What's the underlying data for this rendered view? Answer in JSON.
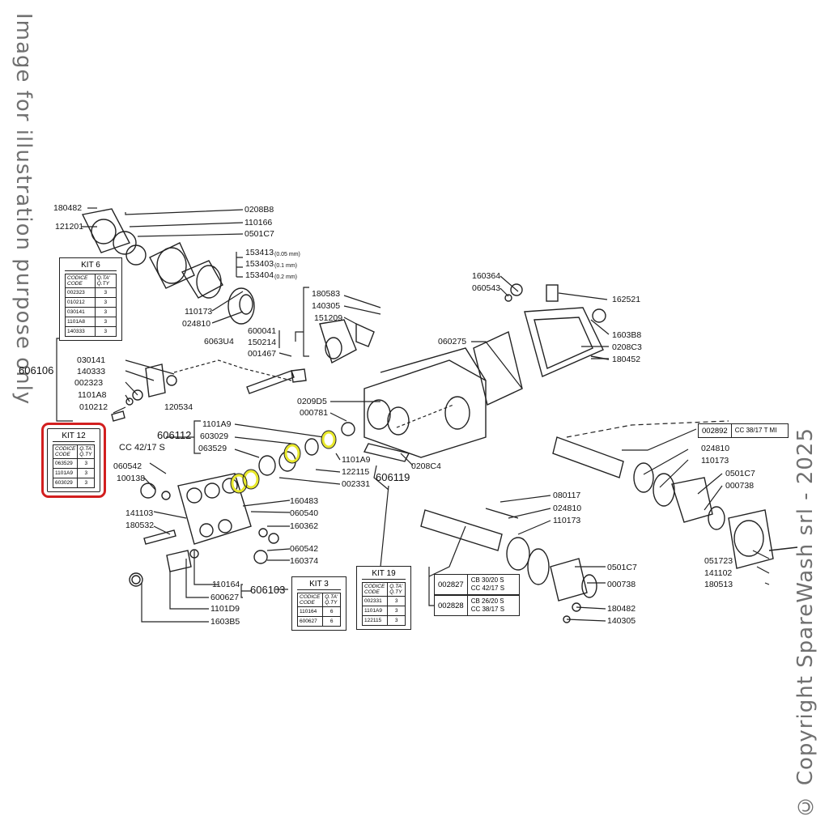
{
  "watermarks": {
    "left": "Image for illustration purpose only",
    "right": "© Copyright SpareWash srl - 2025"
  },
  "colors": {
    "highlight_frame": "#d21f1f",
    "seal_yellow": "#e8e82a",
    "line": "#222222"
  },
  "parts": {
    "p180482a": "180482",
    "p121201": "121201",
    "p0208B8": "0208B8",
    "p110166": "110166",
    "p0501C7a": "0501C7",
    "p153413": "153413",
    "p153403": "153403",
    "p153404": "153404",
    "p110173a": "110173",
    "p024810a": "024810",
    "p180583": "180583",
    "p140305a": "140305",
    "p151209": "151209",
    "p600041": "600041",
    "p6063U4": "6063U4",
    "p150214": "150214",
    "p001467": "001467",
    "p160364": "160364",
    "p060543": "060543",
    "p162521": "162521",
    "p1603B8": "1603B8",
    "p0208C3": "0208C3",
    "p180452": "180452",
    "p060275": "060275",
    "p606106": "606106",
    "p030141": "030141",
    "p140333": "140333",
    "p002323": "002323",
    "p1101A8": "1101A8",
    "p010212": "010212",
    "p120534": "120534",
    "p0209D5": "0209D5",
    "p000781": "000781",
    "p606112": "606112",
    "p1101A9a": "1101A9",
    "p603029": "603029",
    "p063529": "063529",
    "p1101A9b": "1101A9",
    "p122115": "122115",
    "p002331": "002331",
    "p0208C4": "0208C4",
    "p606119": "606119",
    "p060542a": "060542",
    "p100138": "100138",
    "p141103": "141103",
    "p180532": "180532",
    "p160483": "160483",
    "p060540": "060540",
    "p160362": "160362",
    "p060542b": "060542",
    "p160374": "160374",
    "p110164": "110164",
    "p600627": "600627",
    "p606103": "606103",
    "p1101D9": "1101D9",
    "p1603B5": "1603B5",
    "p024810b": "024810",
    "p110173b": "110173",
    "p0501C7b": "0501C7",
    "p000738a": "000738",
    "p080117": "080117",
    "p024810c": "024810",
    "p110173c": "110173",
    "p0501C7c": "0501C7",
    "p000738b": "000738",
    "p180482b": "180482",
    "p140305b": "140305",
    "p051723": "051723",
    "p141102": "141102",
    "p180513": "180513"
  },
  "units": {
    "u153413": "(0.05 mm)",
    "u153403": "(0.1 mm)",
    "u153404": "(0.2 mm)"
  },
  "cc_label": "CC 42/17 S",
  "kits": {
    "kit6": {
      "title": "KIT 6",
      "h_code": "CODICE CODE",
      "h_qty": "Q.TA' Q.TY",
      "rows": [
        [
          "002323",
          "3"
        ],
        [
          "010212",
          "3"
        ],
        [
          "030141",
          "3"
        ],
        [
          "1101A8",
          "3"
        ],
        [
          "140333",
          "3"
        ]
      ]
    },
    "kit12": {
      "title": "KIT 12",
      "h_code": "CODICE CODE",
      "h_qty": "Q.TA' Q.TY",
      "rows": [
        [
          "063529",
          "3"
        ],
        [
          "1101A9",
          "3"
        ],
        [
          "603029",
          "3"
        ]
      ]
    },
    "kit3": {
      "title": "KIT 3",
      "h_code": "CODICE CODE",
      "h_qty": "Q.TA' Q.TY",
      "rows": [
        [
          "110164",
          "6"
        ],
        [
          "600627",
          "6"
        ]
      ]
    },
    "kit19": {
      "title": "KIT 19",
      "h_code": "CODICE CODE",
      "h_qty": "Q.TA' Q.TY",
      "rows": [
        [
          "002331",
          "3"
        ],
        [
          "1101A9",
          "3"
        ],
        [
          "122115",
          "3"
        ]
      ]
    }
  },
  "models": {
    "m002892": {
      "code": "002892",
      "names": [
        "CC 38/17 T MI"
      ]
    },
    "m002827": {
      "code": "002827",
      "names": [
        "CB 30/20 S",
        "CC 42/17 S"
      ]
    },
    "m002828": {
      "code": "002828",
      "names": [
        "CB 26/20 S",
        "CC 38/17 S"
      ]
    }
  }
}
